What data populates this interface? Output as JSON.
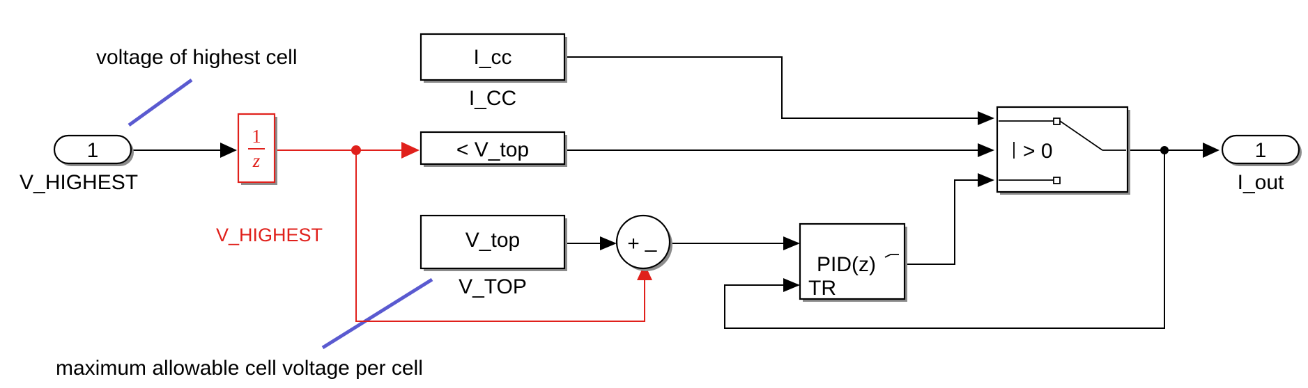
{
  "annotations": {
    "top": "voltage of highest cell",
    "bottom": "maximum allowable cell voltage per cell"
  },
  "inport": {
    "number": "1",
    "name": "V_HIGHEST"
  },
  "unit_delay": {
    "numerator": "1",
    "denominator": "z"
  },
  "signal_label": "V_HIGHEST",
  "compare_block": {
    "label": "< V_top"
  },
  "const_icc": {
    "value": "I_cc",
    "name": "I_CC"
  },
  "const_vtop": {
    "value": "V_top",
    "name": "V_TOP"
  },
  "sum": {
    "plus": "+",
    "minus": "_"
  },
  "pid": {
    "label": "PID(z)",
    "tr_label": "TR"
  },
  "switch": {
    "criteria": "> 0"
  },
  "outport": {
    "number": "1",
    "name": "I_out"
  },
  "colors": {
    "signal_highlight": "#e0201b",
    "annotation_line": "#5a5ad0"
  }
}
